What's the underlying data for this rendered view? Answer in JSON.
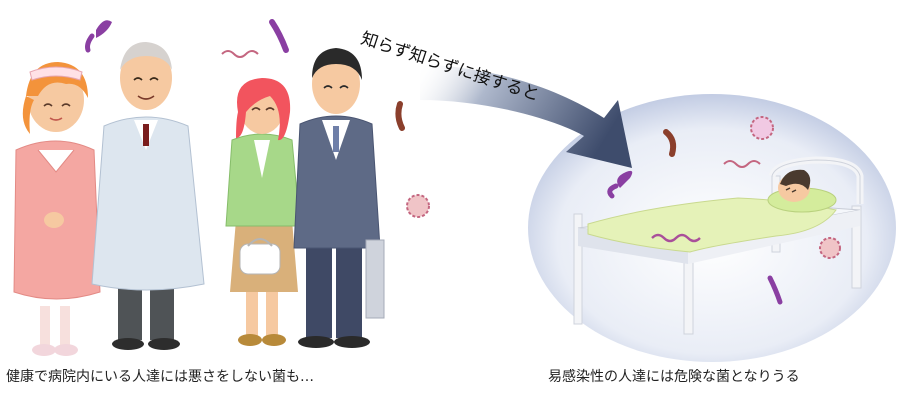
{
  "arrow_label": "知らず知らずに接すると",
  "captions": {
    "left": "健康で病院内にいる人達には悪さをしない菌も…",
    "right": "易感染性の人達には危険な菌となりうる"
  },
  "colors": {
    "nurse": "#f4a7a2",
    "doctor_coat": "#dde6ef",
    "woman_jacket": "#a7d889",
    "man_suit": "#5e6a86",
    "bubble": "#b9c3de",
    "bed_sheet": "#e5f2b8",
    "arrow": "#4a5778",
    "bacteria_purple": "#8a3fa2",
    "bacteria_brown": "#8b3f2c",
    "bacteria_pink": "#c46680"
  }
}
